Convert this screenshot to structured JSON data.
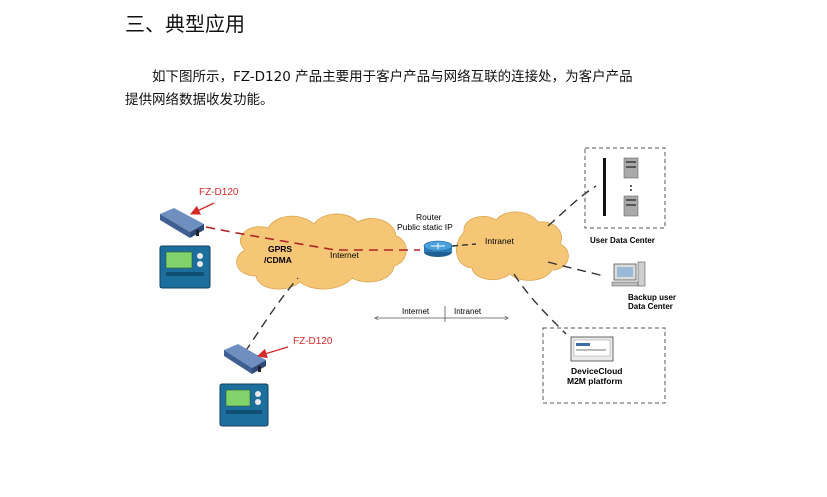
{
  "section": {
    "heading": "三、典型应用",
    "paragraph_line1": "如下图所示，FZ-D120 产品主要用于客户产品与网络互联的连接处，为客户产品",
    "paragraph_line2": "提供网络数据收发功能。"
  },
  "diagram": {
    "device_label_top": "FZ-D120",
    "device_label_bottom": "FZ-D120",
    "cloud_gprs_line1": "GPRS",
    "cloud_gprs_line2": "/CDMA",
    "cloud_internet": "Internet",
    "router_line1": "Router",
    "router_line2": "Public static IP",
    "cloud_intranet": "Intranet",
    "user_data_center": "User Data Center",
    "backup_line1": "Backup user",
    "backup_line2": "Data Center",
    "devicecloud_line1": "DeviceCloud",
    "devicecloud_line2": "M2M platform",
    "legend_internet": "Internet",
    "legend_intranet": "Intranet",
    "colors": {
      "cloud_fill": "#f5c676",
      "arrow_red": "#d42a2a",
      "link_dash_red": "#b02424",
      "link_dash_black": "#333333",
      "router": "#2f7fbf",
      "modem": "#4a6fa8",
      "panel_screen": "#7fd36a",
      "panel_body": "#1c6f9c"
    }
  }
}
